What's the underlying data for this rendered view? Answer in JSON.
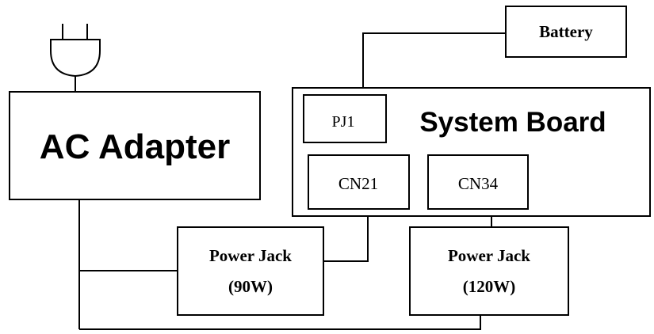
{
  "diagram": {
    "battery": "Battery",
    "system_board": "System Board",
    "pj1": "PJ1",
    "cn21": "CN21",
    "cn34": "CN34",
    "ac_adapter": "AC Adapter",
    "power_jack_90": {
      "line1": "Power Jack",
      "line2": "(90W)"
    },
    "power_jack_120": {
      "line1": "Power Jack",
      "line2": "(120W)"
    }
  },
  "icons": {
    "plug": "power-plug-icon"
  }
}
